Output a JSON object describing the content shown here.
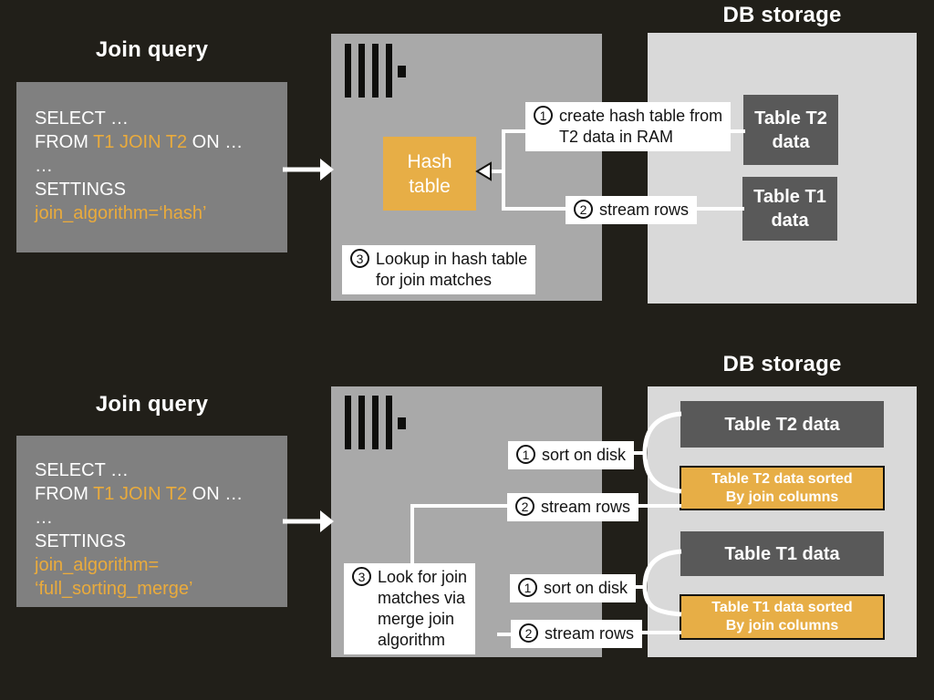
{
  "colors": {
    "background": "#211f19",
    "query_box": "#808080",
    "server_box": "#a9a9a9",
    "db_box": "#d9d9d9",
    "table_dark": "#595959",
    "accent_orange": "#e7ae46",
    "code_orange": "#eaab3c",
    "label_bg": "#ffffff",
    "line_white": "#ffffff",
    "logo_black": "#0e0e0c"
  },
  "icons": {
    "server_logo": "clickhouse-bars-icon",
    "flow_arrow": "arrow-right-icon",
    "hash_arrow": "arrow-left-icon"
  },
  "top": {
    "title": "Join query",
    "query": {
      "l1": "SELECT …",
      "l2_from": "FROM ",
      "l2_tables": "T1 JOIN T2",
      "l2_on": " ON …",
      "l3": "…",
      "l4": "SETTINGS",
      "l5": "join_algorithm=‘hash’"
    },
    "server": {
      "hash_table": "Hash\ntable"
    },
    "steps": {
      "step1": {
        "num": "1",
        "text": "create hash table from\nT2 data in RAM"
      },
      "step2": {
        "num": "2",
        "text": "stream rows"
      },
      "step3": {
        "num": "3",
        "text": "Lookup in hash table\nfor join matches"
      }
    },
    "db": {
      "title": "DB storage",
      "t2": "Table T2\ndata",
      "t1": "Table T1\ndata"
    }
  },
  "bottom": {
    "title": "Join query",
    "query": {
      "l1": "SELECT …",
      "l2_from": "FROM ",
      "l2_tables": "T1 JOIN T2",
      "l2_on": " ON …",
      "l3": "…",
      "l4": "SETTINGS",
      "l5": "join_algorithm=",
      "l6": "‘full_sorting_merge’"
    },
    "steps": {
      "sort_t2": {
        "num": "1",
        "text": "sort on disk"
      },
      "stream_t2": {
        "num": "2",
        "text": "stream rows"
      },
      "step3": {
        "num": "3",
        "text": "Look for join\nmatches via\nmerge join\nalgorithm"
      },
      "sort_t1": {
        "num": "1",
        "text": "sort on disk"
      },
      "stream_t1": {
        "num": "2",
        "text": "stream rows"
      }
    },
    "db": {
      "title": "DB storage",
      "t2": "Table T2 data",
      "t2_sorted": "Table T2 data sorted\nBy join columns",
      "t1": "Table T1 data",
      "t1_sorted": "Table T1 data sorted\nBy join columns"
    }
  }
}
